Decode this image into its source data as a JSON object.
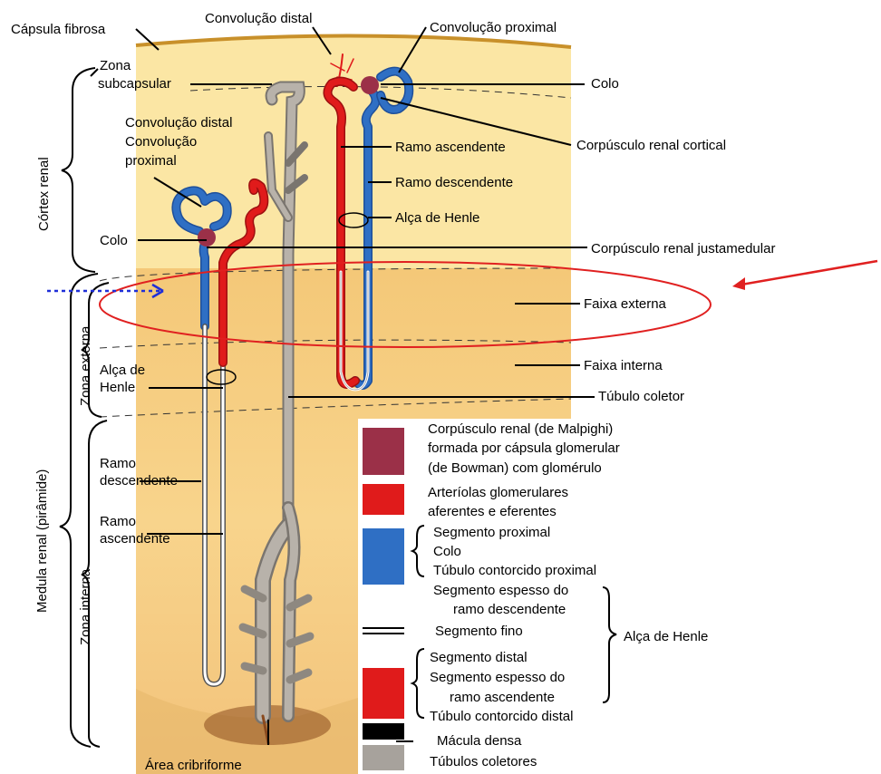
{
  "labels": {
    "capsula_fibrosa": "Cápsula fibrosa",
    "convolucao_distal_top": "Convolução distal",
    "convolucao_proximal_top": "Convolução proximal",
    "zona": "Zona",
    "subcapsular": "subcapsular",
    "colo_top": "Colo",
    "convolucao_distal_left": "Convolução distal",
    "convolucao": "Convolução",
    "proximal": "proximal",
    "ramo_ascendente_top": "Ramo ascendente",
    "corpusculo_cortical": "Corpúsculo renal cortical",
    "ramo_descendente_top": "Ramo descendente",
    "alca_henle_top": "Alça de Henle",
    "colo_left": "Colo",
    "corpusculo_justamedular": "Corpúsculo renal justamedular",
    "faixa_externa": "Faixa externa",
    "faixa_interna": "Faixa interna",
    "alca_de": "Alça de",
    "henle": "Henle",
    "tubulo_coletor": "Túbulo coletor",
    "ramo_1": "Ramo",
    "descendente": "descendente",
    "ramo_2": "Ramo",
    "ascendente": "ascendente",
    "area_cribriforme": "Área cribriforme",
    "cortex_renal": "Córtex renal",
    "zona_externa": "Zona externa",
    "zona_interna": "Zona interna",
    "medula_renal": "Medula renal (pirâmide)"
  },
  "legend": {
    "corpusculo_l1": "Corpúsculo renal (de Malpighi)",
    "corpusculo_l2": "formada por cápsula glomerular",
    "corpusculo_l3": "(de Bowman) com glomérulo",
    "arteriolas_l1": "Arteríolas glomerulares",
    "arteriolas_l2": "aferentes e eferentes",
    "seg_proximal": "Segmento proximal",
    "colo": "Colo",
    "tubulo_proximal": "Túbulo contorcido proximal",
    "espesso_desc_l1": "Segmento espesso do",
    "espesso_desc_l2": "ramo descendente",
    "seg_fino": "Segmento fino",
    "alca_henle": "Alça de Henle",
    "seg_distal": "Segmento distal",
    "espesso_asc_l1": "Segmento espesso do",
    "espesso_asc_l2": "ramo ascendente",
    "tubulo_distal": "Túbulo contorcido distal",
    "macula_densa": "Mácula densa",
    "tubulos_coletores": "Túbulos coletores"
  },
  "colors": {
    "cortex": "#fbe6a4",
    "medulla": "#f6cf7d",
    "corpuscle": "#9b3048",
    "arteriole": "#e01b1b",
    "proximal": "#2f6fc4",
    "collecting": "#a7a29c",
    "macula": "#000000",
    "annotation_ellipse": "#e02020",
    "annotation_arrow_blue": "#1f2fd8"
  }
}
